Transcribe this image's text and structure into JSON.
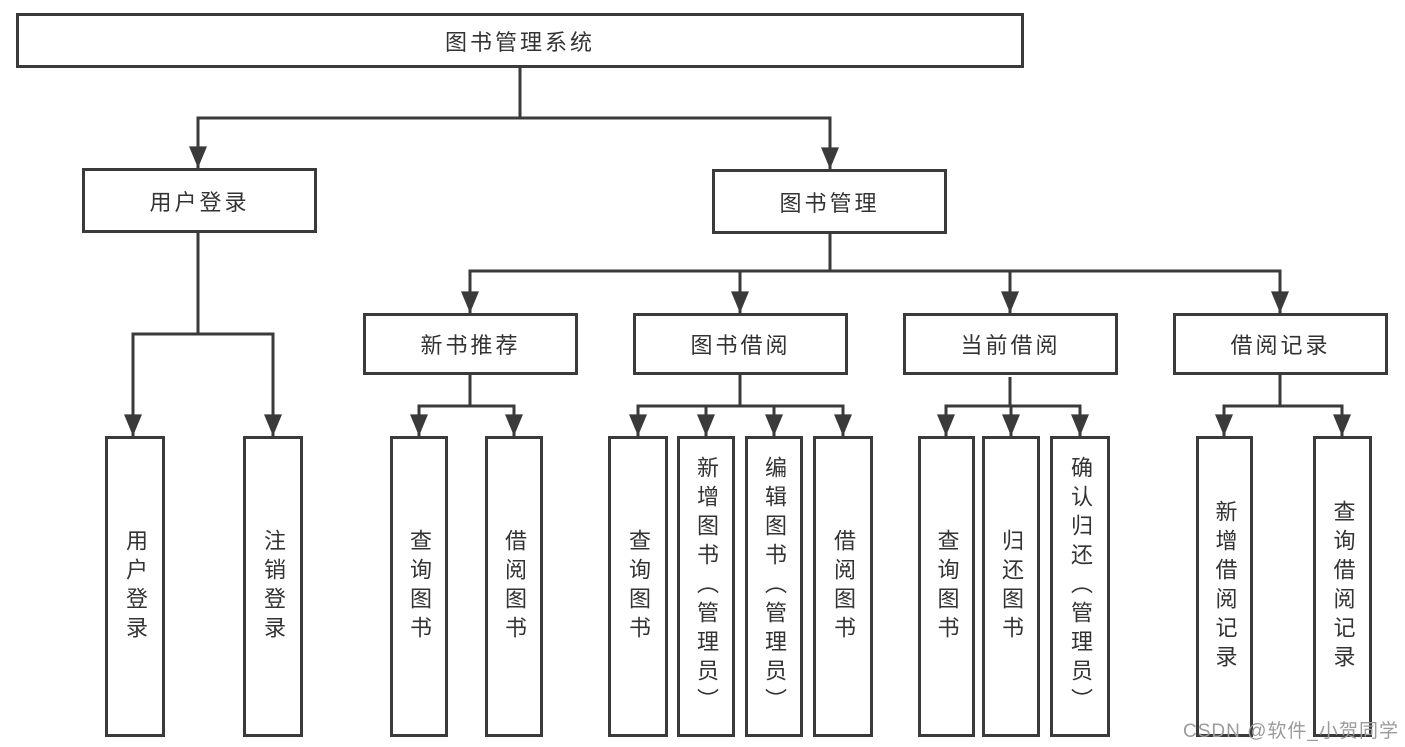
{
  "title": "图书管理系统",
  "watermark": "CSDN @软件_小贺同学",
  "colors": {
    "line": "#3a3a3a",
    "text": "#333333",
    "box_bg": "#ffffff",
    "watermark": "#9b9b9b"
  },
  "tree": {
    "root": {
      "label": "图书管理系统"
    },
    "level2": [
      {
        "label": "用户登录"
      },
      {
        "label": "图书管理"
      }
    ],
    "level3": [
      {
        "label": "新书推荐"
      },
      {
        "label": "图书借阅"
      },
      {
        "label": "当前借阅"
      },
      {
        "label": "借阅记录"
      }
    ],
    "leaves": {
      "user_login": [
        "用户登录",
        "注销登录"
      ],
      "new_book_rec": [
        "查询图书",
        "借阅图书"
      ],
      "book_borrow": [
        "查询图书",
        "新增图书（管理员）",
        "编辑图书（管理员）",
        "借阅图书"
      ],
      "current_borrow": [
        "查询图书",
        "归还图书",
        "确认归还（管理员）"
      ],
      "borrow_records": [
        "新增借阅记录",
        "查询借阅记录"
      ]
    }
  }
}
